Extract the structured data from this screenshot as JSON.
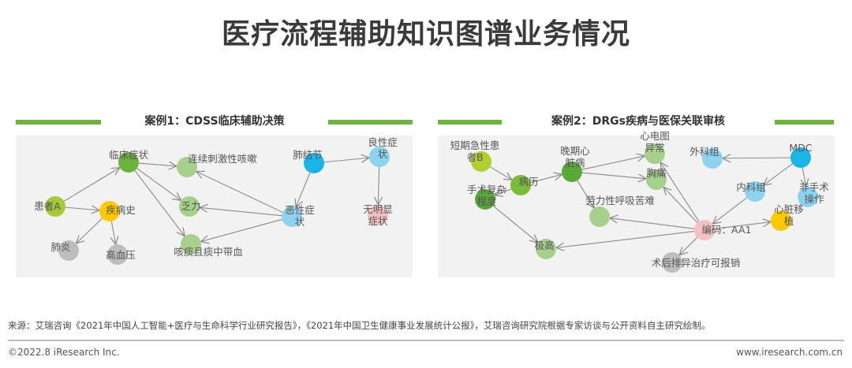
{
  "title": "医疗流程辅助知识图谱业务情况",
  "case1": {
    "title": "案例1：CDSS临床辅助决策",
    "nodes": [
      {
        "id": "a",
        "label": "患者A",
        "color": "#a6c93a"
      },
      {
        "id": "b",
        "label": "临床症状",
        "color": "#6bb33a"
      },
      {
        "id": "c",
        "label": "连续刺激性咳嗽",
        "color": "#a8d08d"
      },
      {
        "id": "d",
        "label": "乏力",
        "color": "#a8d08d"
      },
      {
        "id": "e",
        "label": "咳痰且痰中带血",
        "color": "#a8d08d"
      },
      {
        "id": "f",
        "label": "疾病史",
        "color": "#ffc800"
      },
      {
        "id": "g",
        "label": "肺炎",
        "color": "#bdbdbd"
      },
      {
        "id": "h",
        "label": "高血压",
        "color": "#bdbdbd"
      },
      {
        "id": "i",
        "label": "肺结节",
        "color": "#1ab4e8"
      },
      {
        "id": "j",
        "label": "良性症状",
        "color": "#8dd3ef"
      },
      {
        "id": "k",
        "label": "恶性症状",
        "color": "#8dd3ef"
      },
      {
        "id": "l",
        "label": "无明显症状",
        "color": "#f4c0c4"
      }
    ],
    "edges": [
      [
        "a",
        "b"
      ],
      [
        "a",
        "f"
      ],
      [
        "b",
        "c"
      ],
      [
        "b",
        "d"
      ],
      [
        "b",
        "e"
      ],
      [
        "f",
        "g"
      ],
      [
        "f",
        "h"
      ],
      [
        "i",
        "j"
      ],
      [
        "i",
        "k"
      ],
      [
        "j",
        "l"
      ],
      [
        "k",
        "c"
      ],
      [
        "k",
        "d"
      ],
      [
        "k",
        "e"
      ]
    ]
  },
  "case2": {
    "title": "案例2：DRGs疾病与医保关联审核",
    "nodes": [
      {
        "id": "a",
        "label": "短期急性患者B",
        "color": "#b0d030"
      },
      {
        "id": "b",
        "label": "病历",
        "color": "#7cbc3a"
      },
      {
        "id": "c",
        "label": "手术复杂程度",
        "color": "#5aa838"
      },
      {
        "id": "d",
        "label": "晚期心脏病",
        "color": "#5aa838"
      },
      {
        "id": "e",
        "label": "心电图异常",
        "color": "#a8d08d"
      },
      {
        "id": "f",
        "label": "胸痛",
        "color": "#a8d08d"
      },
      {
        "id": "g",
        "label": "劳力性呼吸苦难",
        "color": "#a8d08d"
      },
      {
        "id": "h",
        "label": "极高",
        "color": "#a8d08d"
      },
      {
        "id": "i",
        "label": "外科组",
        "color": "#8dd3ef"
      },
      {
        "id": "j",
        "label": "MDC",
        "color": "#1ab4e8"
      },
      {
        "id": "k",
        "label": "内科组",
        "color": "#8dd3ef"
      },
      {
        "id": "l",
        "label": "非手术操作",
        "color": "#8dd3ef"
      },
      {
        "id": "m",
        "label": "编码：AA1",
        "color": "#f4c0c4"
      },
      {
        "id": "n",
        "label": "心脏移植",
        "color": "#ffc800"
      },
      {
        "id": "o",
        "label": "术后排异治疗可报销",
        "color": "#bdbdbd"
      }
    ],
    "edges": [
      [
        "a",
        "b"
      ],
      [
        "b",
        "d"
      ],
      [
        "b",
        "c"
      ],
      [
        "d",
        "e"
      ],
      [
        "d",
        "f"
      ],
      [
        "d",
        "g"
      ],
      [
        "c",
        "h"
      ],
      [
        "j",
        "i"
      ],
      [
        "j",
        "k"
      ],
      [
        "j",
        "l"
      ],
      [
        "k",
        "m"
      ],
      [
        "m",
        "e"
      ],
      [
        "m",
        "f"
      ],
      [
        "m",
        "g"
      ],
      [
        "m",
        "h"
      ],
      [
        "m",
        "n"
      ],
      [
        "m",
        "o"
      ]
    ]
  },
  "source": "来源：艾瑞咨询《2021年中国人工智能+医疗与生命科学行业研究报告》，《2021年中国卫生健康事业发展统计公报》，艾瑞咨询研究院根据专家访谈与公开资料自主研究绘制。",
  "copyright": "©2022.8 iResearch Inc.",
  "url": "www.iresearch.com.cn"
}
